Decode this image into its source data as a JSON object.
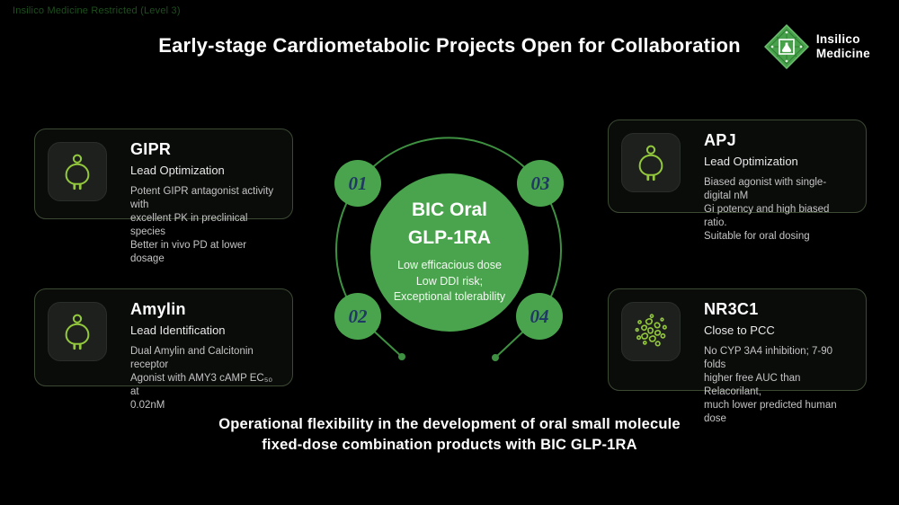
{
  "page": {
    "restricted_label": "Insilico Medicine Restricted (Level 3)",
    "title": "Early-stage Cardiometabolic Projects Open for Collaboration"
  },
  "logo": {
    "line1": "Insilico",
    "line2": "Medicine"
  },
  "colors": {
    "accent_green": "#4aa44d",
    "icon_lime": "#93c83d",
    "step_number_navy": "#1f3864",
    "ring_green": "#3f9142",
    "card_border": "#3c4a33",
    "restricted_green": "#1d4f1d"
  },
  "center": {
    "title_line1": "BIC Oral",
    "title_line2": "GLP-1RA",
    "bullets": [
      "Low efficacious dose",
      "Low DDI risk;",
      "Exceptional tolerability"
    ]
  },
  "steps": [
    {
      "label": "01"
    },
    {
      "label": "02"
    },
    {
      "label": "03"
    },
    {
      "label": "04"
    }
  ],
  "cards": [
    {
      "title": "GIPR",
      "stage": "Lead Optimization",
      "icon": "obese-person-icon",
      "description_lines": [
        "Potent GIPR antagonist activity with",
        "excellent PK in preclinical species",
        "Better in vivo PD at lower dosage"
      ]
    },
    {
      "title": "Amylin",
      "stage": "Lead Identification",
      "icon": "obese-person-icon",
      "description_lines": [
        "Dual Amylin and Calcitonin receptor",
        "Agonist with AMY3 cAMP EC₅₀ at",
        "0.02nM"
      ]
    },
    {
      "title": "APJ",
      "stage": "Lead Optimization",
      "icon": "obese-person-icon",
      "description_lines": [
        "Biased agonist with single-digital nM",
        "Gi potency and high biased ratio.",
        "Suitable for oral dosing"
      ]
    },
    {
      "title": "NR3C1",
      "stage": "Close to PCC",
      "icon": "molecule-cluster-icon",
      "description_lines": [
        "No CYP 3A4 inhibition; 7-90 folds",
        "higher free AUC than Relacorilant,",
        "much lower predicted human dose"
      ]
    }
  ],
  "footer": {
    "lines": [
      "Operational flexibility in the development of oral small molecule",
      "fixed-dose combination products with BIC GLP-1RA"
    ]
  }
}
